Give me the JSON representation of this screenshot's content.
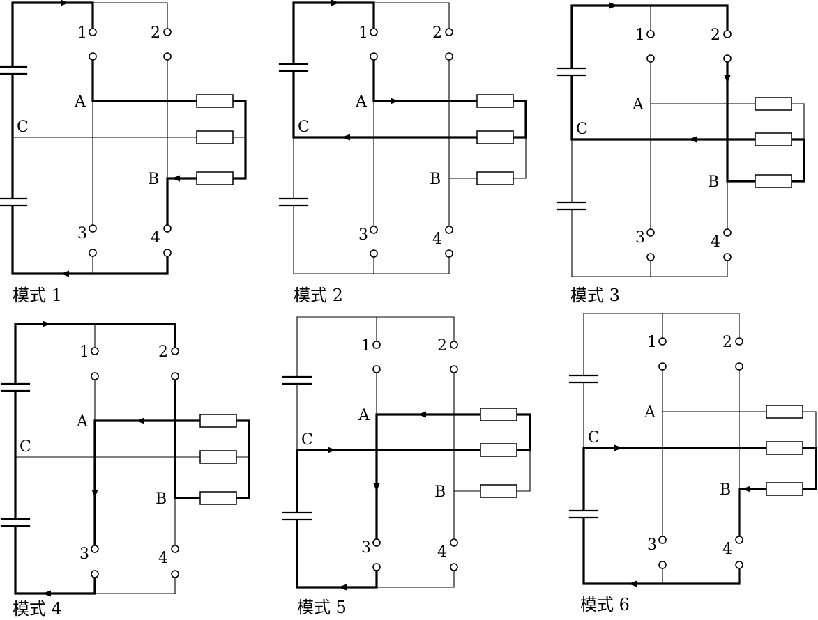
{
  "figure": {
    "panels": [
      {
        "id": "mode1",
        "caption": "模式 1",
        "switch_labels": [
          "1",
          "2",
          "3",
          "4"
        ],
        "nodes": [
          "A",
          "B",
          "C"
        ]
      },
      {
        "id": "mode2",
        "caption": "模式 2",
        "switch_labels": [
          "1",
          "2",
          "3",
          "4"
        ],
        "nodes": [
          "A",
          "B",
          "C"
        ]
      },
      {
        "id": "mode3",
        "caption": "模式 3",
        "switch_labels": [
          "1",
          "2",
          "3",
          "4"
        ],
        "nodes": [
          "A",
          "B",
          "C"
        ]
      },
      {
        "id": "mode4",
        "caption": "模式 4",
        "switch_labels": [
          "1",
          "2",
          "3",
          "4"
        ],
        "nodes": [
          "A",
          "B",
          "C"
        ]
      },
      {
        "id": "mode5",
        "caption": "模式 5",
        "switch_labels": [
          "1",
          "2",
          "3",
          "4"
        ],
        "nodes": [
          "A",
          "B",
          "C"
        ]
      },
      {
        "id": "mode6",
        "caption": "模式 6",
        "switch_labels": [
          "1",
          "2",
          "3",
          "4"
        ],
        "nodes": [
          "A",
          "B",
          "C"
        ]
      }
    ]
  }
}
